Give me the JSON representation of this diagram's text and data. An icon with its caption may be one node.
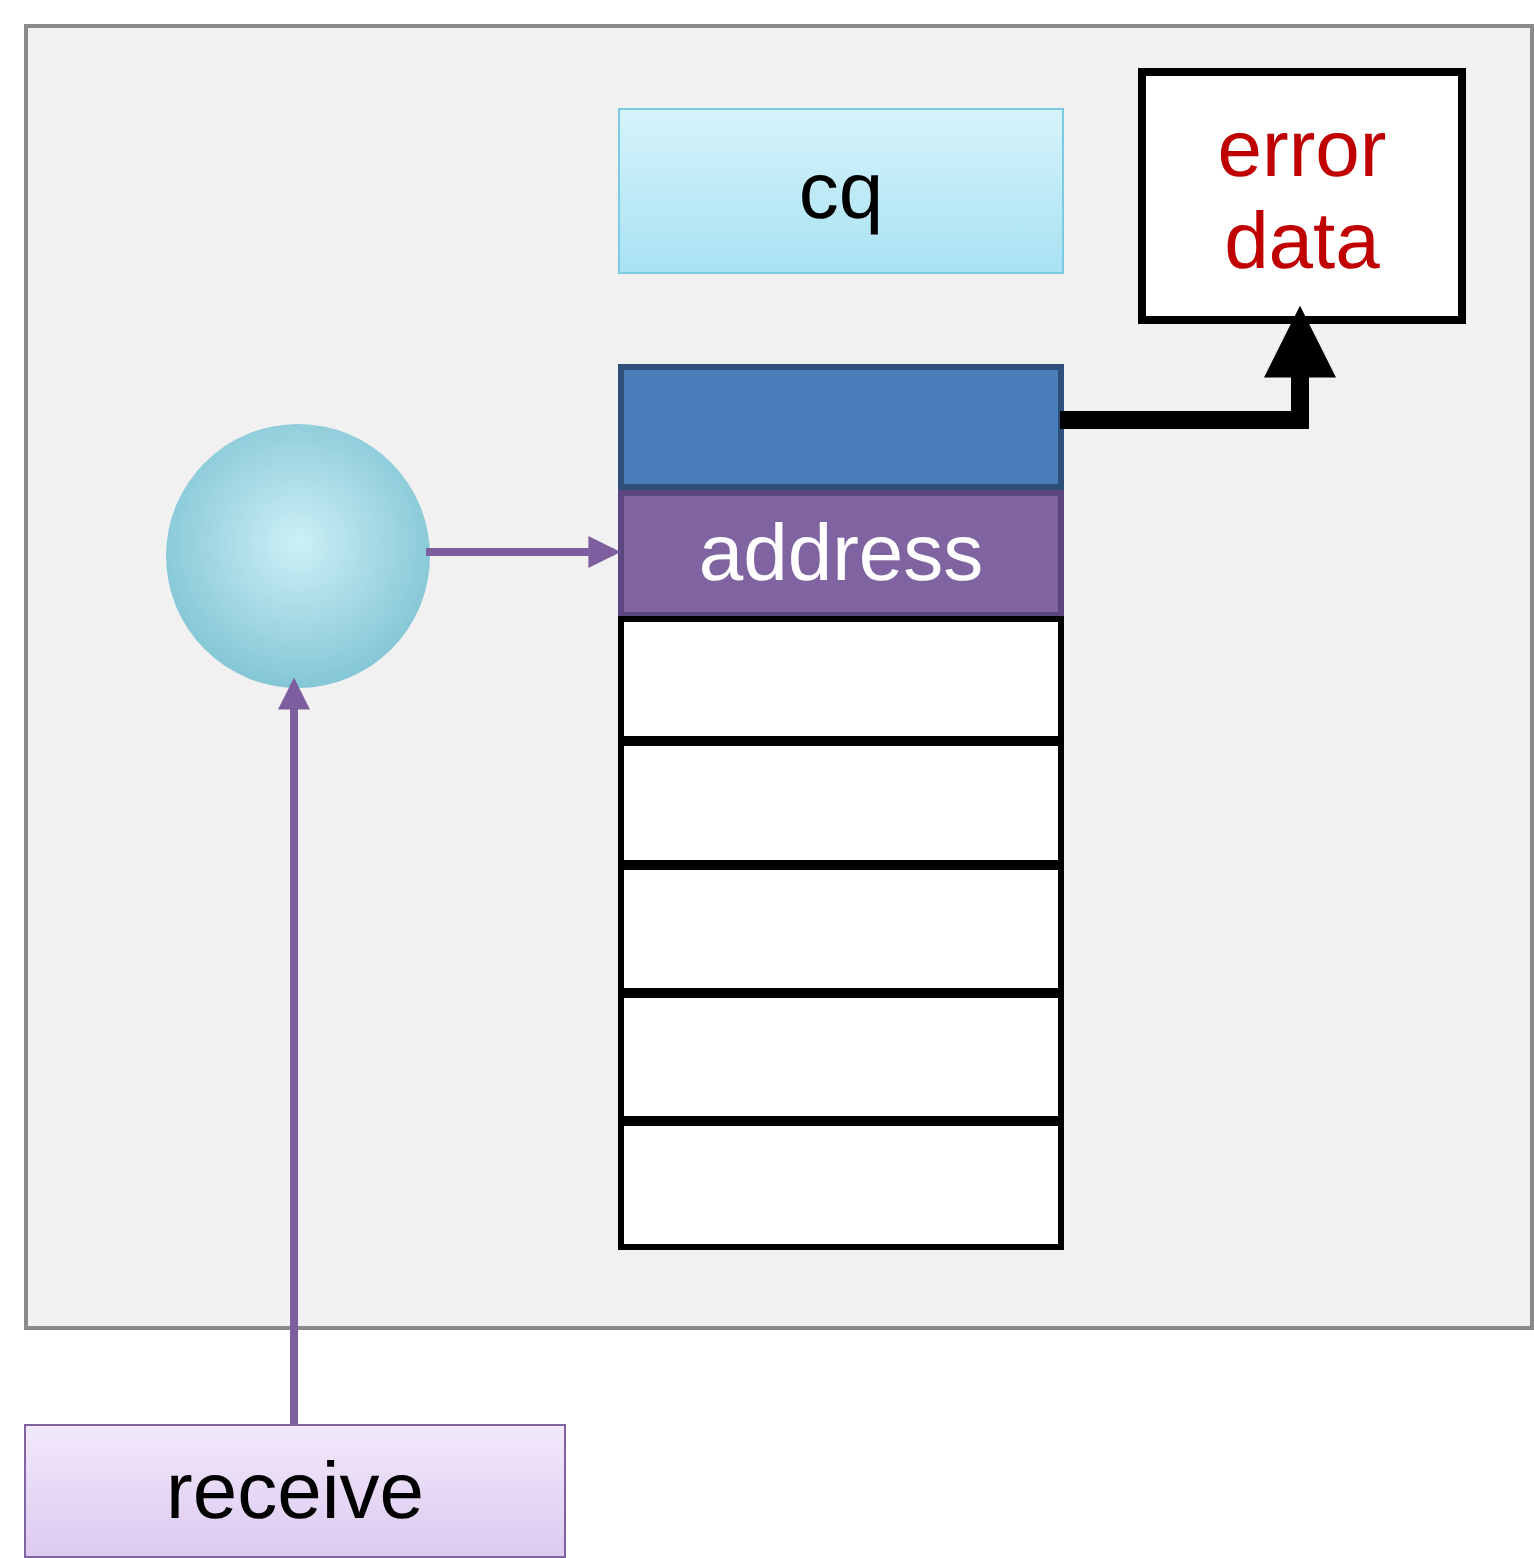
{
  "diagram": {
    "nodes": [
      {
        "text": [],
        "shape": "box"
      },
      {
        "text": [
          "cq"
        ],
        "in": 0
      },
      {
        "text": [
          "error data"
        ],
        "in": 0
      },
      {
        "text": [],
        "shape": "circle",
        "in": 0
      },
      {
        "text": [],
        "shape": "box",
        "in": 0
      },
      {
        "text": [
          "address"
        ],
        "in": 0
      },
      {
        "text": [],
        "shape": "box",
        "in": 0
      },
      {
        "text": [],
        "shape": "box",
        "in": 0
      },
      {
        "text": [],
        "shape": "box",
        "in": 0
      },
      {
        "text": [],
        "shape": "box",
        "in": 0
      },
      {
        "text": [],
        "shape": "box",
        "in": 0
      },
      {
        "text": [
          "receive"
        ]
      }
    ],
    "edges": [
      {
        "from": 11,
        "to": 3,
        "arrow": "to"
      },
      {
        "from": 3,
        "to": 5,
        "arrow": "to"
      },
      {
        "from": 4,
        "to": 2,
        "arrow": "to",
        "style": "thick",
        "color": "#000000"
      }
    ]
  }
}
